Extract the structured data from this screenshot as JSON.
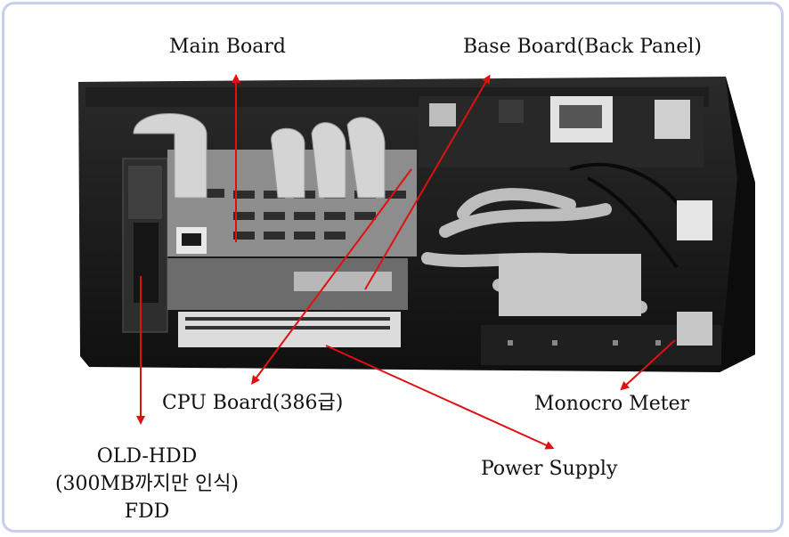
{
  "labels": {
    "main_board": "Main Board",
    "base_board": "Base Board(Back Panel)",
    "cpu_board": "CPU Board(386급)",
    "monocro_meter": "Monocro Meter",
    "power_supply": "Power Supply",
    "hdd_line1": "OLD-HDD",
    "hdd_line2": "(300MB까지만 인식)",
    "hdd_line3": "FDD"
  },
  "colors": {
    "frame_border": "#c9cdef",
    "arrow": "#e01010",
    "chassis": "#1b1b1b"
  }
}
